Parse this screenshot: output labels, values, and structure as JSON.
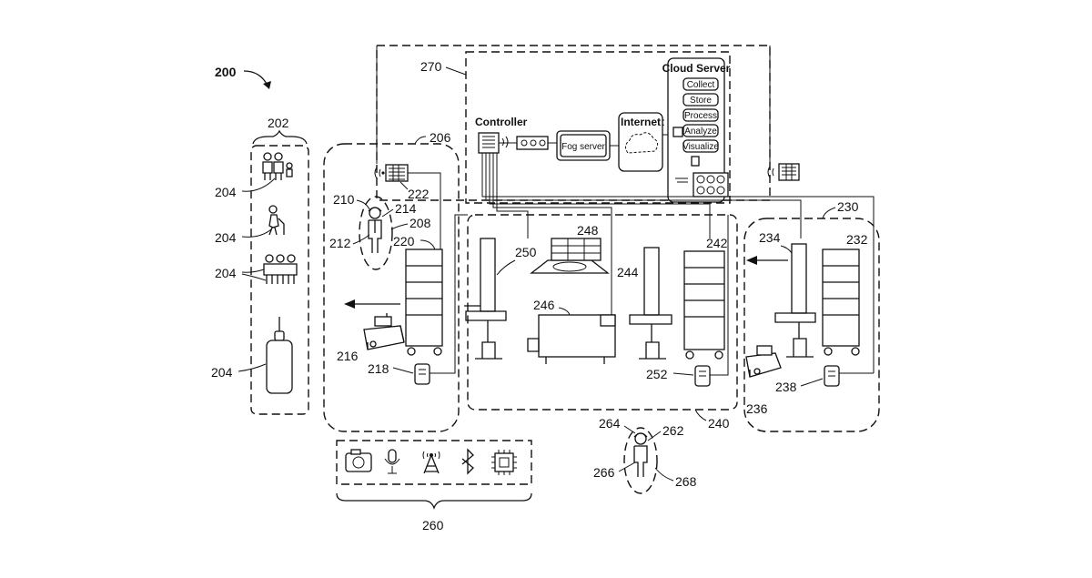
{
  "figure": {
    "number": "200",
    "refs": {
      "r202": "202",
      "r204a": "204",
      "r204b": "204",
      "r204c": "204",
      "r204d": "204",
      "r206": "206",
      "r208": "208",
      "r210": "210",
      "r212": "212",
      "r214": "214",
      "r216": "216",
      "r218": "218",
      "r220": "220",
      "r222": "222",
      "r230": "230",
      "r232": "232",
      "r234": "234",
      "r236": "236",
      "r238": "238",
      "r240": "240",
      "r242": "242",
      "r244": "244",
      "r246": "246",
      "r248": "248",
      "r250": "250",
      "r252": "252",
      "r260": "260",
      "r262": "262",
      "r264": "264",
      "r266": "266",
      "r268": "268",
      "r270": "270"
    }
  },
  "network": {
    "controller": "Controller",
    "fog_server": "Fog server",
    "internet": "Internet",
    "cloud_server": {
      "title": "Cloud Server",
      "functions": [
        "Collect",
        "Store",
        "Process",
        "Analyze",
        "Visualize"
      ]
    }
  },
  "sensors_row": {
    "icons": [
      "camera-icon",
      "microphone-icon",
      "antenna-tower-icon",
      "bluetooth-icon",
      "chip-icon"
    ]
  }
}
